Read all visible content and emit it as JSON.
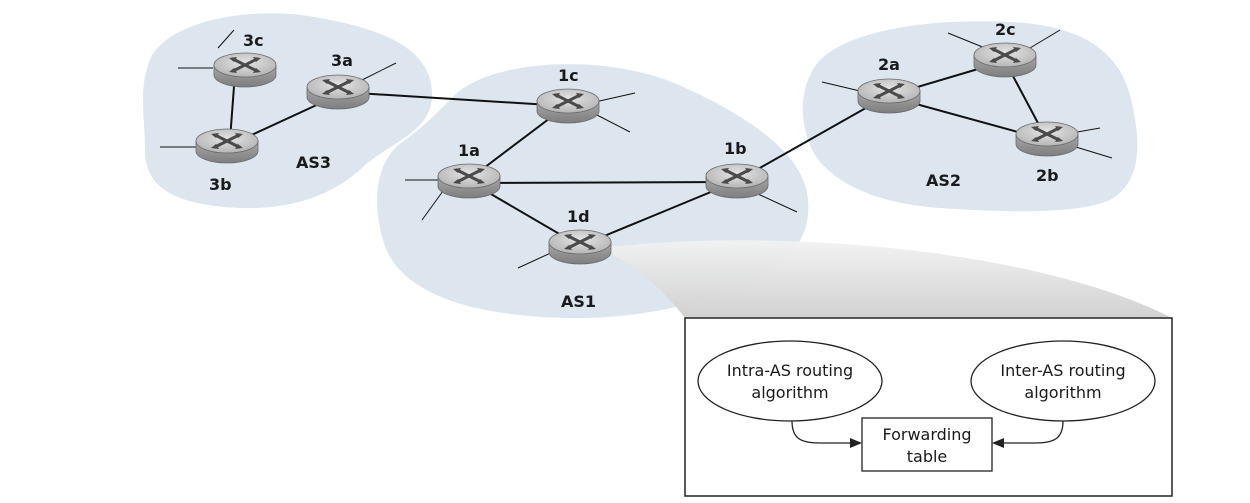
{
  "routers": {
    "r3c": "3c",
    "r3a": "3a",
    "r3b": "3b",
    "r1c": "1c",
    "r1a": "1a",
    "r1b": "1b",
    "r1d": "1d",
    "r2a": "2a",
    "r2c": "2c",
    "r2b": "2b"
  },
  "as_labels": {
    "as1": "AS1",
    "as2": "AS2",
    "as3": "AS3"
  },
  "detail": {
    "intra_line1": "Intra-AS routing",
    "intra_line2": "algorithm",
    "inter_line1": "Inter-AS routing",
    "inter_line2": "algorithm",
    "fwd_line1": "Forwarding",
    "fwd_line2": "table"
  },
  "colors": {
    "as_fill": "#dde6ee",
    "router_top": "#c9c9c9",
    "router_side": "#9a9a9a",
    "line": "#111111"
  }
}
